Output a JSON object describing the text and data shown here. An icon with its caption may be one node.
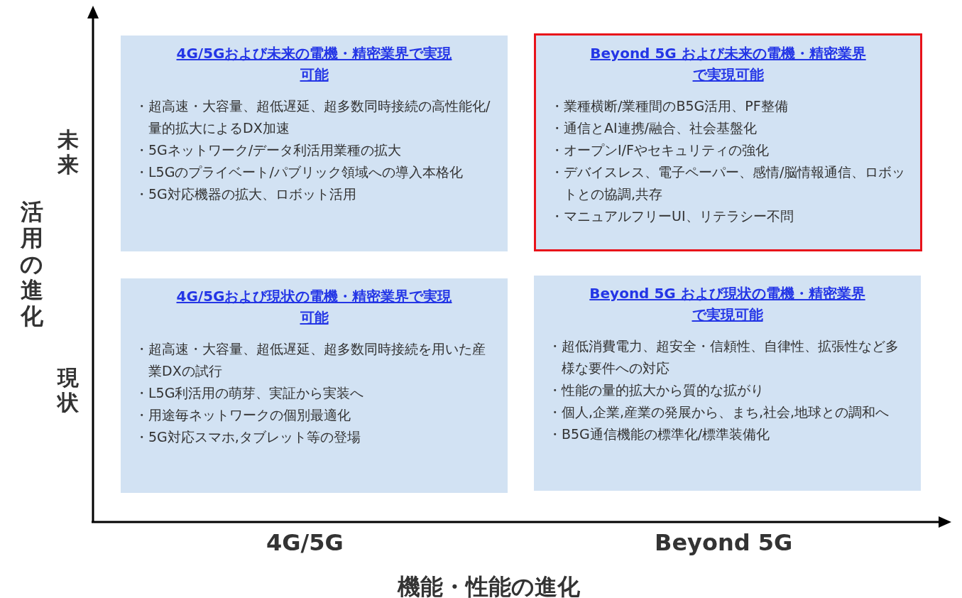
{
  "diagram": {
    "nodes": [
      {
        "text": [
          "4G/5Gおよび未来の電機・精密業界で実現可能",
          "・超高速・大容量、超低遅延、超多数同時接続の高性能化/量的拡大によるDX加速",
          "・5Gネットワーク/データ利活用業種の拡大",
          "・L5Gのプライベート/パブリック領域への導入本格化",
          "・5G対応機器の拡大、ロボット活用"
        ]
      },
      {
        "text": [
          "Beyond 5G および未来の電機・精密業界で実現可能",
          "・業種横断/業種間のB5G活用、PF整備",
          "・通信とAI連携/融合、社会基盤化",
          "・オープンI/Fやセキュリティの強化",
          "・デバイスレス、電子ペーパー、感情/脳情報通信、ロボットとの協調,共存",
          "・マニュアルフリーUI、リテラシー不問"
        ]
      },
      {
        "text": [
          "4G/5Gおよび現状の電機・精密業界で実現可能",
          "・超高速・大容量、超低遅延、超多数同時接続を用いた産業DXの試行",
          "・L5G利活用の萌芽、実証から実装へ",
          "・用途毎ネットワークの個別最適化",
          "・5G対応スマホ,タブレット等の登場"
        ]
      },
      {
        "text": [
          "Beyond 5G および現状の電機・精密業界で実現可能",
          "・超低消費電力、超安全・信頼性、自律性、拡張性など多様な要件への対応",
          "・性能の量的拡大から質的な拡がり",
          "・個人,企業,産業の発展から、まち,社会,地球との調和へ",
          "・B5G通信機能の標準化/標準装備化"
        ]
      }
    ],
    "labels": [
      "活用の進化",
      "未来",
      "現状",
      "4G/5G",
      "Beyond 5G",
      "機能・性能の進化"
    ]
  }
}
